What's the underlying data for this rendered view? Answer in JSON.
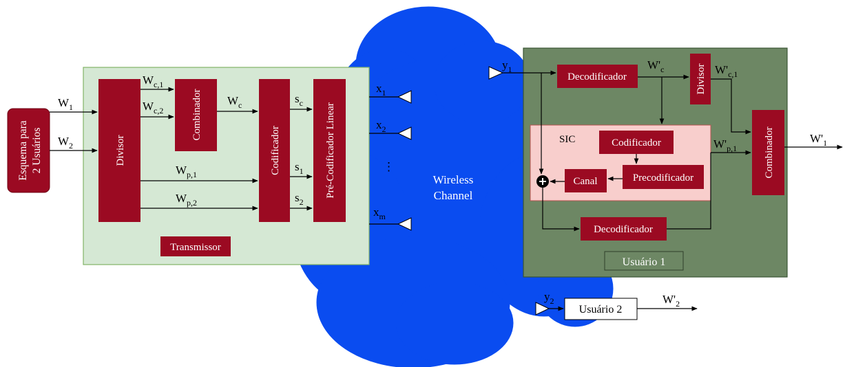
{
  "scheme_label": [
    "Esquema para",
    "2 Usuários"
  ],
  "inputs": {
    "w1": {
      "base": "W",
      "sub": "1"
    },
    "w2": {
      "base": "W",
      "sub": "2"
    }
  },
  "transmitter": {
    "title": "Transmissor",
    "divisor": "Divisor",
    "combinador": "Combinador",
    "codificador": "Codificador",
    "precoder": "Pré-Codificador Linear",
    "wc1": {
      "base": "W",
      "sub": "c,1"
    },
    "wc2": {
      "base": "W",
      "sub": "c,2"
    },
    "wc": {
      "base": "W",
      "sub": "c"
    },
    "wp1": {
      "base": "W",
      "sub": "p,1"
    },
    "wp2": {
      "base": "W",
      "sub": "p,2"
    },
    "sc": {
      "base": "s",
      "sub": "c"
    },
    "s1": {
      "base": "s",
      "sub": "1"
    },
    "s2": {
      "base": "s",
      "sub": "2"
    }
  },
  "antennas": {
    "x1": {
      "base": "x",
      "sub": "1"
    },
    "x2": {
      "base": "x",
      "sub": "2"
    },
    "xm": {
      "base": "x",
      "sub": "m"
    },
    "dots": "⋮"
  },
  "channel": {
    "line1": "Wireless",
    "line2": "Channel"
  },
  "user1": {
    "title": "Usuário 1",
    "y1": {
      "base": "y",
      "sub": "1"
    },
    "decodificador_top": "Decodificador",
    "wpc": {
      "base": "W'",
      "sub": "c"
    },
    "divisor": "Divisor",
    "wpc1": {
      "base": "W'",
      "sub": "c,1"
    },
    "sic_label": "SIC",
    "codificador": "Codificador",
    "precodificador": "Precodificador",
    "canal": "Canal",
    "decodificador_bottom": "Decodificador",
    "wpp1": {
      "base": "W'",
      "sub": "p,1"
    },
    "combinador": "Combinador",
    "out": {
      "base": "W'",
      "sub": "1"
    }
  },
  "user2": {
    "title": "Usuário 2",
    "y2": {
      "base": "y",
      "sub": "2"
    },
    "out": {
      "base": "W'",
      "sub": "2"
    }
  },
  "colors": {
    "block": "#9b0a22",
    "transmitter_bg": "#d5e8d4",
    "transmitter_border": "#82b366",
    "cloud": "#0a4cf0",
    "user1_bg": "#6d8764",
    "sic_bg": "#f8cecc",
    "sic_border": "#b85450"
  }
}
